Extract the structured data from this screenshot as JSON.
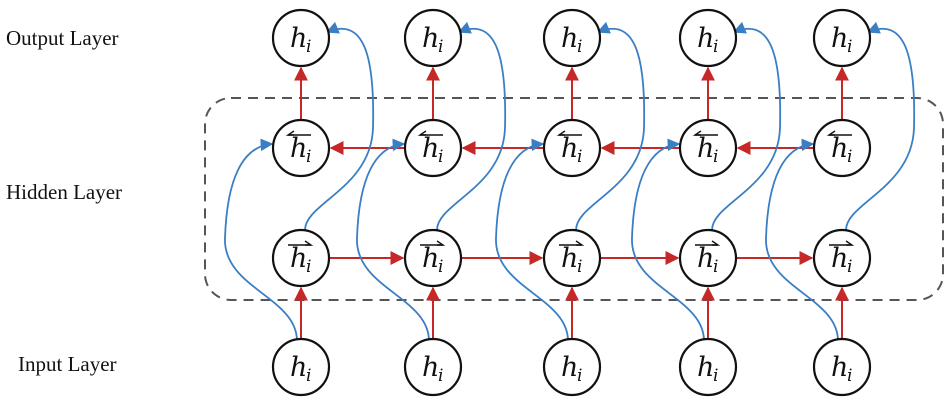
{
  "labels": {
    "output": "Output Layer",
    "hidden": "Hidden Layer",
    "input": "Input Layer"
  },
  "node": {
    "base": "h",
    "sub": "i"
  },
  "columns": 5,
  "rows": [
    "output",
    "backward",
    "forward",
    "input"
  ],
  "colors": {
    "red_arrow": "#c62828",
    "blue_arrow": "#3a7ec4",
    "dashed_box": "#555555"
  }
}
